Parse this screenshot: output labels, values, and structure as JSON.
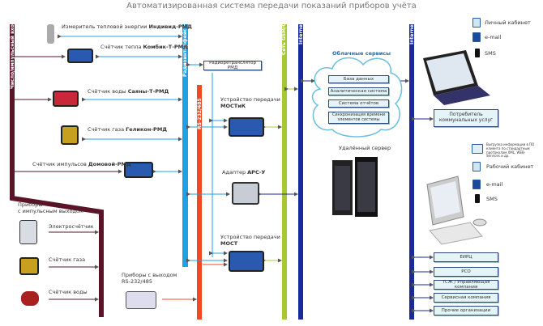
{
  "title": "Автоматизированная система передачи показаний приборов учёта",
  "buses": {
    "pulse": "Число/импульсный вход",
    "radio": "Радиоинтерфейс HD",
    "rs": "RS-232/485",
    "gsm": "Сеть GSM/GPRS",
    "internet_left": "Internet",
    "internet_right": "Internet"
  },
  "devices": {
    "individ": {
      "prefix": "Измеритель тепловой энергии ",
      "name": "Индивид-РМД"
    },
    "kombik": {
      "prefix": "Счётчик тепла ",
      "name": "Комбик-Т-РМД"
    },
    "sayany": {
      "prefix": "Счётчик воды ",
      "name": "Саяны-Т-РМД"
    },
    "gelikon": {
      "prefix": "Счётчик газа ",
      "name": "Геликон-РМД"
    },
    "domovoy": {
      "prefix": "Счётчик импульсов ",
      "name": "Домовой-РМД"
    },
    "pulse_group": "Приборы\nс импульсным выходом",
    "electro": "Электросчётчик",
    "gas": "Счётчик газа",
    "water": "Счётчик воды",
    "rs_group": "Приборы с выходом\nRS-232/485",
    "repeater": "Радиоретранслятор РМД",
    "mostik": {
      "prefix": "Устройство передачи",
      "name": "МОСТиК"
    },
    "arsu": {
      "prefix": "Адаптер ",
      "name": "АРС-У"
    },
    "most": {
      "prefix": "Устройство передачи",
      "name": "МОСТ"
    }
  },
  "cloud": {
    "label": "Облачные сервисы",
    "items": [
      "База данных",
      "Аналитическая система",
      "Система отчётов",
      "Синхронизация времени элементов системы"
    ]
  },
  "server": "Удалённый сервер",
  "consumer": {
    "channels": [
      "Личный кабинет",
      "e-mail",
      "SMS"
    ],
    "box": "Потребитель коммунальных услуг"
  },
  "org": {
    "channels": [
      "Выгрузка информации в ПО клиента по стандартным протоколам XML, WEB-Services и др.",
      "Рабочий кабинет",
      "e-mail",
      "SMS"
    ],
    "boxes": [
      "ЕИРЦ",
      "РСО",
      "ТСЖ / Управляющая компания",
      "Сервисная компания",
      "Прочие организации"
    ]
  },
  "colors": {
    "pulse": "#5a1428",
    "radio": "#1ea0e6",
    "rs": "#f04a24",
    "gsm": "#a8c832",
    "internet": "#1a2a9a"
  }
}
